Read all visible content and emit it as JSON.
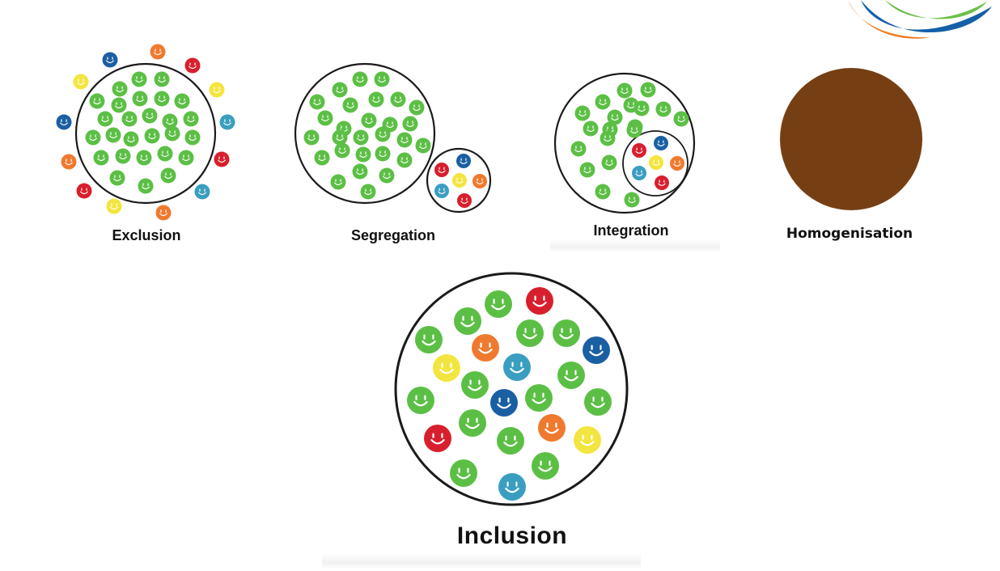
{
  "diagrams": [
    {
      "id": "exclusion",
      "label": "Exclusion"
    },
    {
      "id": "segregation",
      "label": "Segregation"
    },
    {
      "id": "integration",
      "label": "Integration"
    },
    {
      "id": "homogenisation",
      "label": "Homogenisation"
    },
    {
      "id": "inclusion",
      "label": "Inclusion"
    }
  ],
  "colors": {
    "green": "#5cbf45",
    "red": "#d81f2d",
    "blue": "#1b5fa3",
    "orange": "#ef7a2f",
    "yellow": "#f3e53f",
    "teal": "#3a9ec0",
    "homogenisation_fill": "#763f13",
    "outline": "#1a1a1a",
    "logo_orange": "#ee7d23",
    "logo_blue": "#1560a8",
    "logo_green": "#6cc04a"
  },
  "icons": {
    "face": "smiley-face-icon",
    "logo": "swoosh-logo-icon"
  }
}
